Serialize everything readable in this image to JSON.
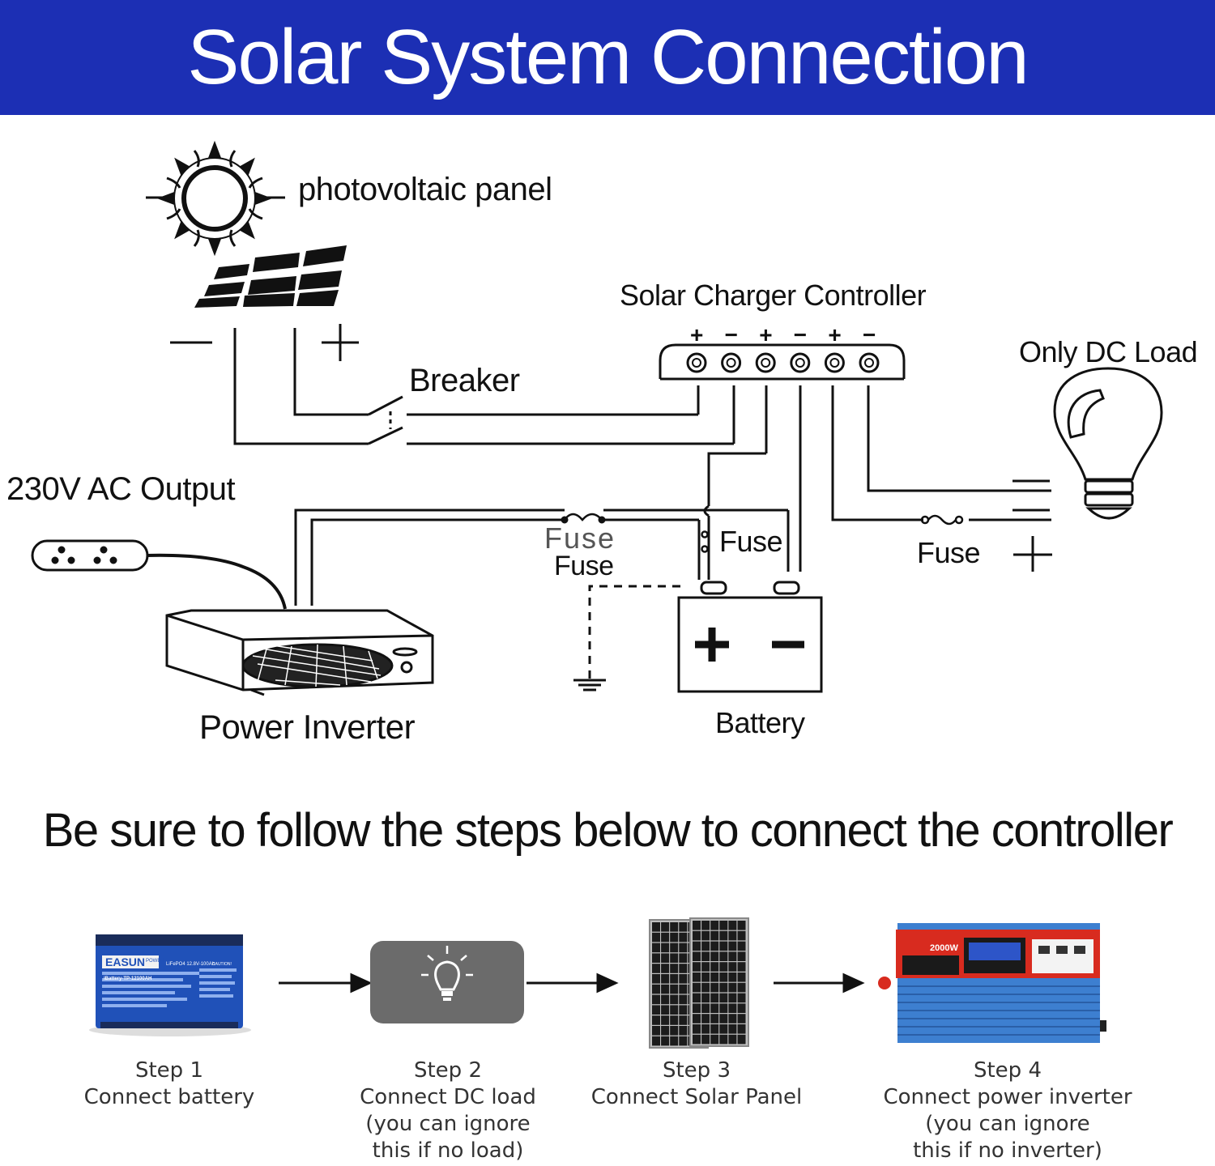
{
  "header": {
    "title": "Solar System Connection",
    "background": "#1c2fb4",
    "text_color": "#ffffff"
  },
  "diagram": {
    "panel_label": "photovoltaic panel",
    "controller_label": "Solar Charger Controller",
    "controller_terminals": [
      "+",
      "−",
      "+",
      "−",
      "+",
      "−"
    ],
    "breaker_label": "Breaker",
    "dc_load_label": "Only DC Load",
    "ac_output_label": "230V AC Output",
    "inverter_label": "Power Inverter",
    "battery_label": "Battery",
    "fuse_labels": [
      "Fuse",
      "Fuse",
      "Fuse",
      "Fuse"
    ],
    "panel_minus": "—",
    "panel_plus": "+",
    "load_plus": "+",
    "battery_plus": "+",
    "battery_minus": "−"
  },
  "instructions": {
    "title": "Be sure to follow the steps below to connect the controller"
  },
  "steps": [
    {
      "title": "Step 1",
      "lines": [
        "Connect battery"
      ],
      "icon": "battery-icon",
      "brand": "EASUN",
      "brand_sub": "POWER",
      "model": "iBattery-TP-12100AH",
      "spec": "LiFePO4 12.8V-100Ah",
      "caution": "CAUTION!"
    },
    {
      "title": "Step 2",
      "lines": [
        "Connect DC load",
        "(you can ignore",
        "this if no load)"
      ],
      "icon": "lightbulb-icon"
    },
    {
      "title": "Step 3",
      "lines": [
        "Connect Solar Panel"
      ],
      "icon": "solar-panel-icon"
    },
    {
      "title": "Step 4",
      "lines": [
        "Connect power inverter",
        "(you can ignore",
        "this if no inverter)"
      ],
      "icon": "power-inverter-icon",
      "display": "2000W"
    }
  ],
  "colors": {
    "battery_blue": "#2051b8",
    "load_box": "#6b6b6b",
    "inverter_blue": "#3d7fd0",
    "inverter_red": "#d82b1f"
  }
}
